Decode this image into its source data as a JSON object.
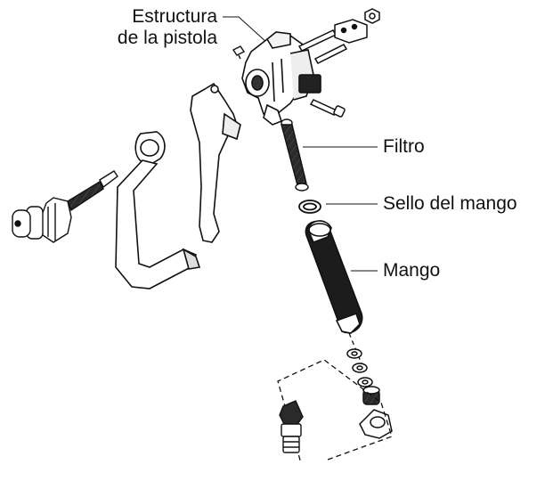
{
  "labels": {
    "gun_body_line1": "Estructura",
    "gun_body_line2": "de la pistola",
    "filter": "Filtro",
    "handle_seal": "Sello del mango",
    "handle": "Mango"
  },
  "colors": {
    "ink": "#111111",
    "paper": "#ffffff",
    "shade": "#5a5a5a",
    "dark": "#1c1c1c"
  }
}
